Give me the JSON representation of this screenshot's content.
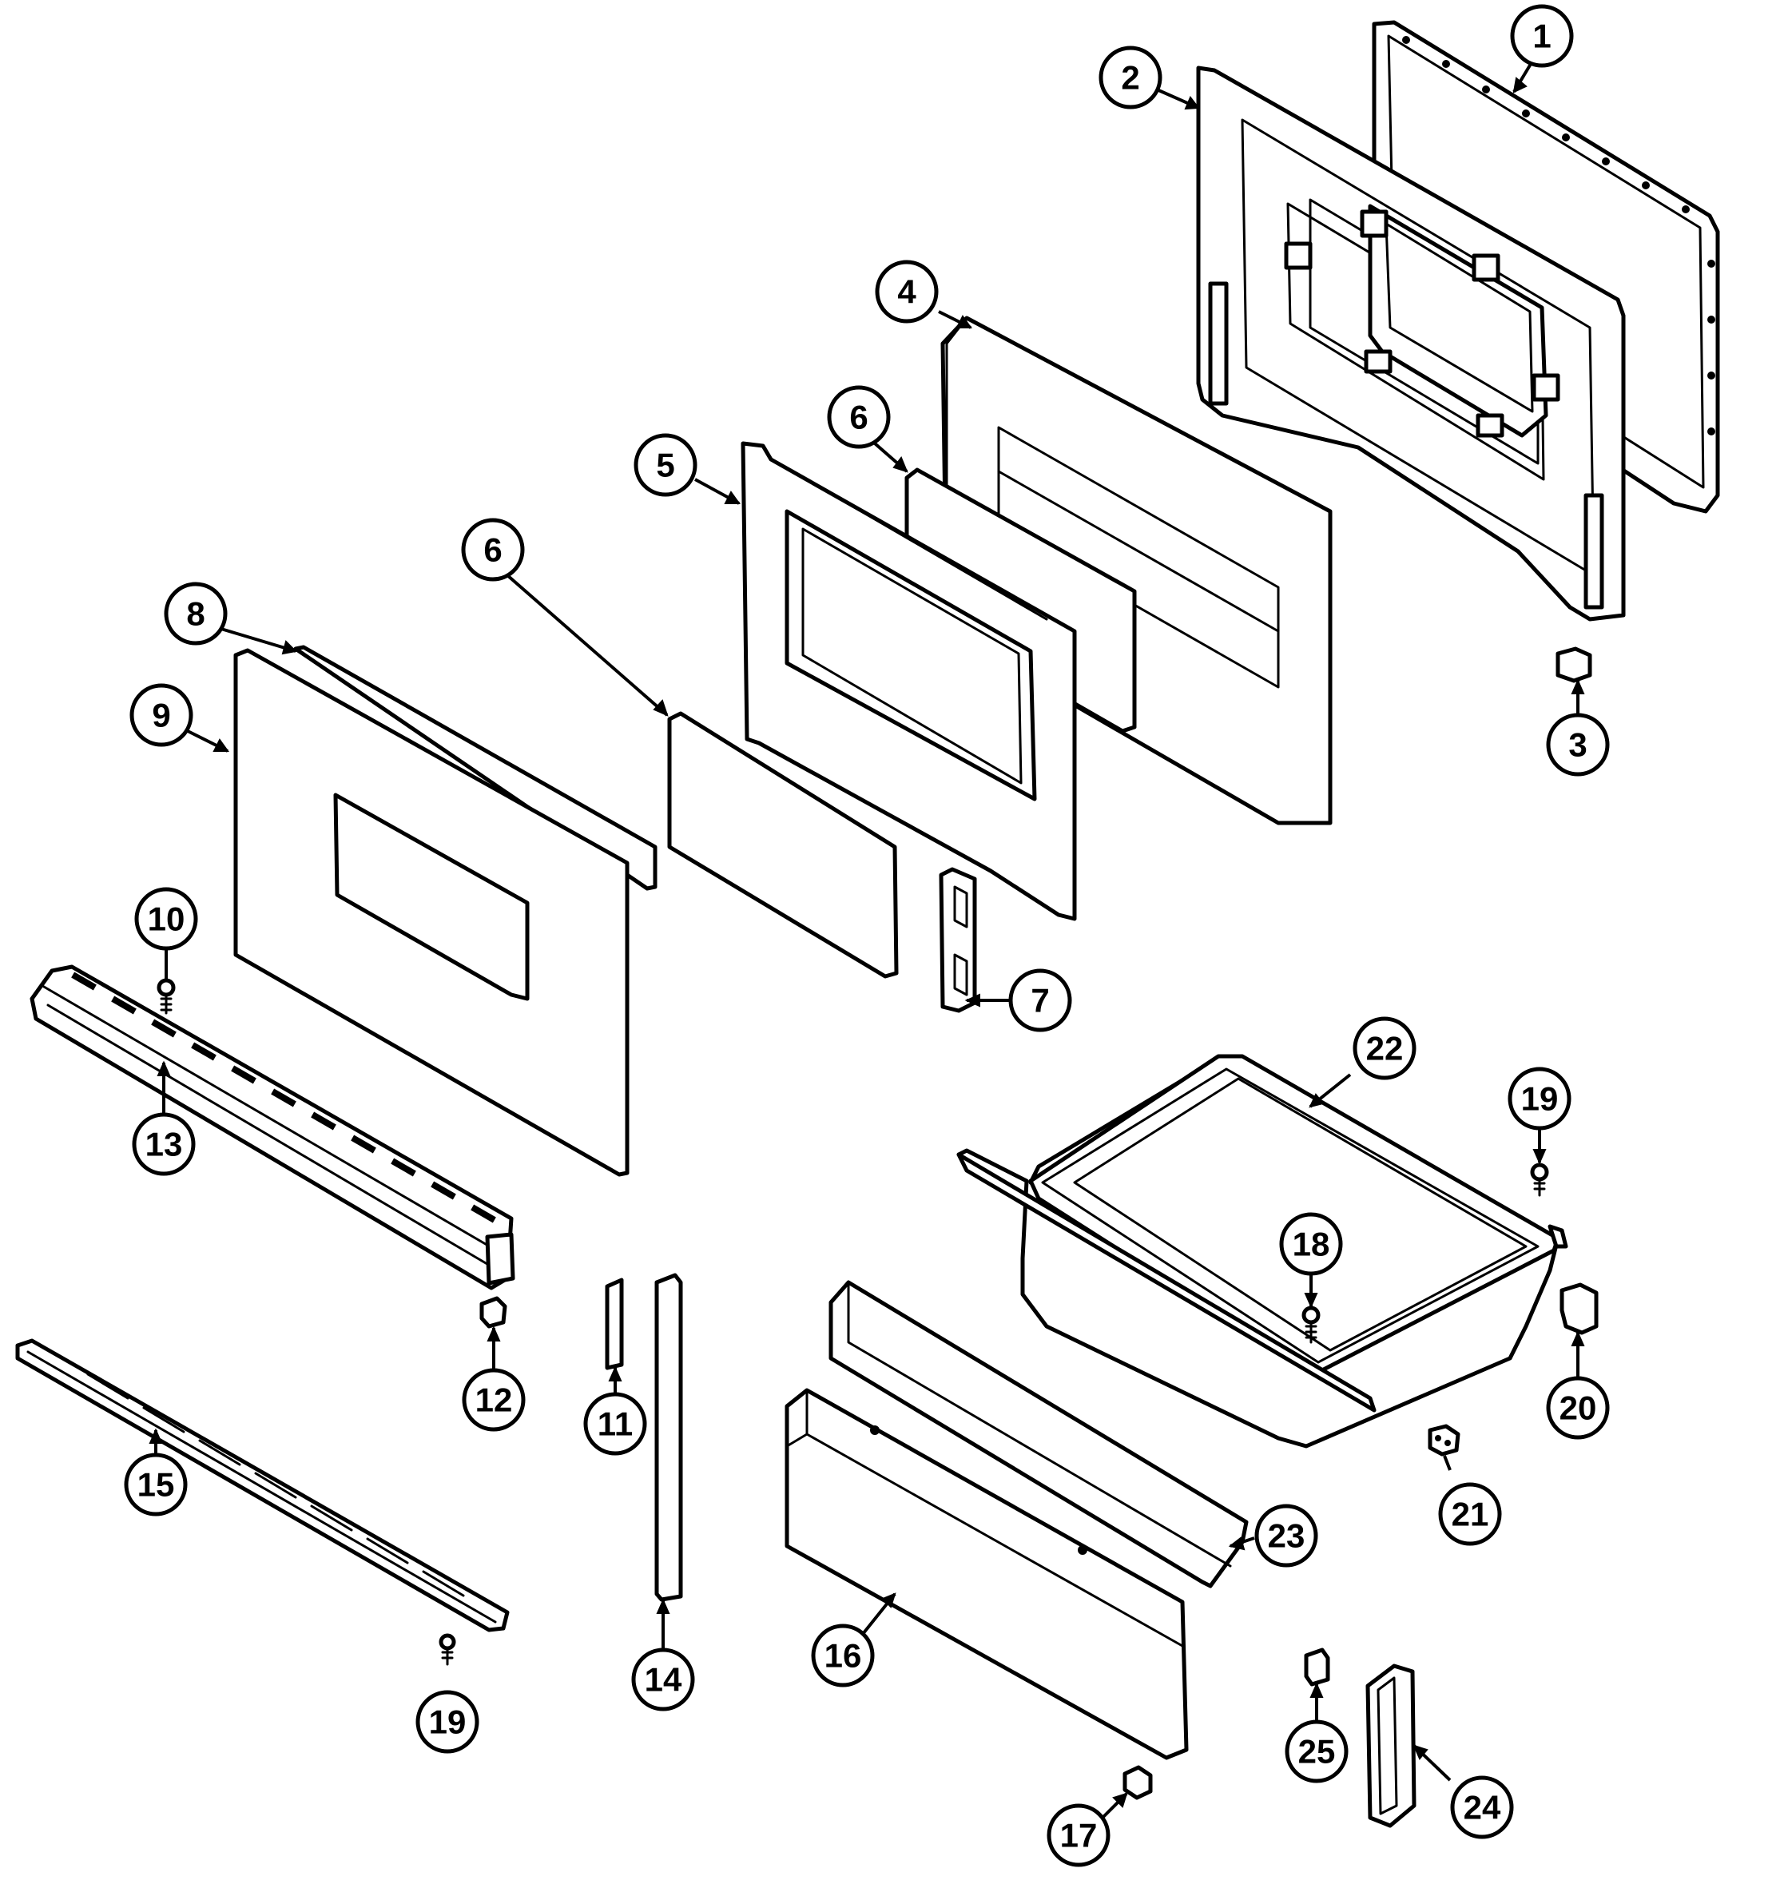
{
  "diagram": {
    "type": "exploded-parts-diagram",
    "line_color": "#000000",
    "background": "#ffffff"
  },
  "callouts": [
    {
      "id": "c1",
      "label": "1"
    },
    {
      "id": "c2",
      "label": "2"
    },
    {
      "id": "c3",
      "label": "3"
    },
    {
      "id": "c4",
      "label": "4"
    },
    {
      "id": "c5",
      "label": "5"
    },
    {
      "id": "c6a",
      "label": "6"
    },
    {
      "id": "c6b",
      "label": "6"
    },
    {
      "id": "c7",
      "label": "7"
    },
    {
      "id": "c8",
      "label": "8"
    },
    {
      "id": "c9",
      "label": "9"
    },
    {
      "id": "c10",
      "label": "10"
    },
    {
      "id": "c11",
      "label": "11"
    },
    {
      "id": "c12",
      "label": "12"
    },
    {
      "id": "c13",
      "label": "13"
    },
    {
      "id": "c14",
      "label": "14"
    },
    {
      "id": "c15",
      "label": "15"
    },
    {
      "id": "c16",
      "label": "16"
    },
    {
      "id": "c17",
      "label": "17"
    },
    {
      "id": "c18",
      "label": "18"
    },
    {
      "id": "c19a",
      "label": "19"
    },
    {
      "id": "c19b",
      "label": "19"
    },
    {
      "id": "c20",
      "label": "20"
    },
    {
      "id": "c21",
      "label": "21"
    },
    {
      "id": "c22",
      "label": "22"
    },
    {
      "id": "c23",
      "label": "23"
    },
    {
      "id": "c24",
      "label": "24"
    },
    {
      "id": "c25",
      "label": "25"
    }
  ]
}
